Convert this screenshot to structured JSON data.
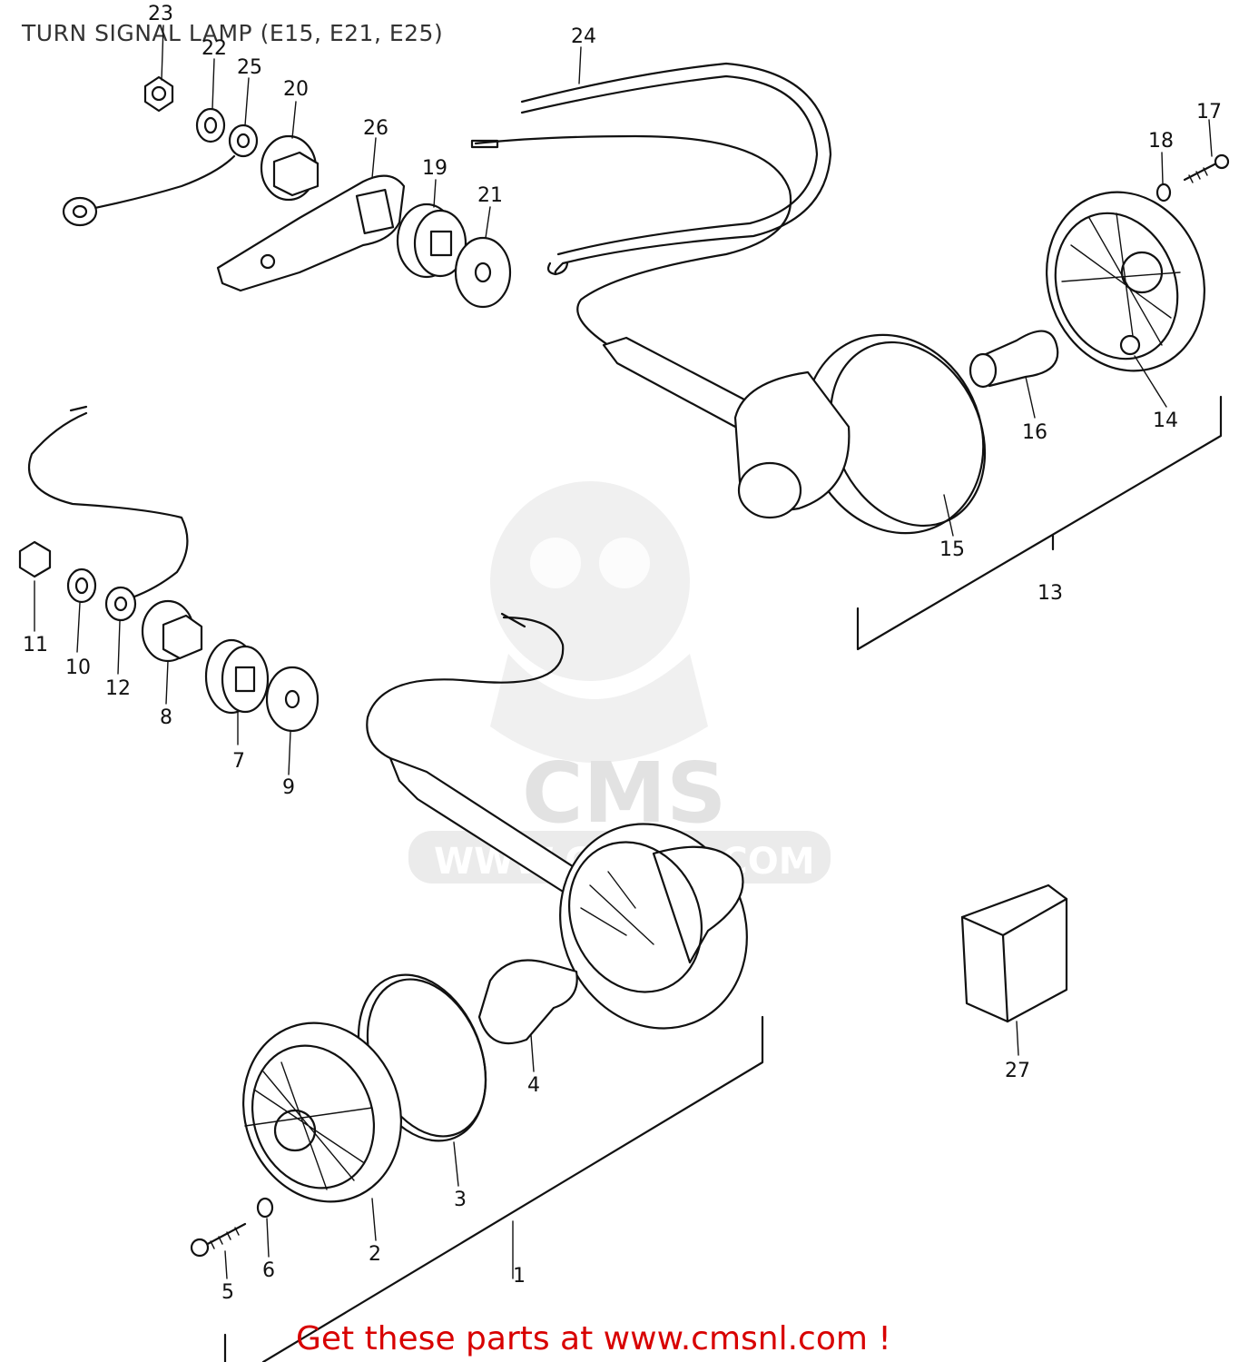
{
  "title": "TURN SIGNAL LAMP (E15, E21, E25)",
  "footer_cta": "Get these parts at www.cmsnl.com !",
  "watermark": {
    "logo_text": "CMS",
    "url_text": "WWW.CMSNL.COM"
  },
  "part_labels": {
    "p1": "1",
    "p2": "2",
    "p3": "3",
    "p4": "4",
    "p5": "5",
    "p6": "6",
    "p7": "7",
    "p8": "8",
    "p9": "9",
    "p10": "10",
    "p11": "11",
    "p12": "12",
    "p13": "13",
    "p14": "14",
    "p15": "15",
    "p16": "16",
    "p17": "17",
    "p18": "18",
    "p19": "19",
    "p20": "20",
    "p21": "21",
    "p22": "22",
    "p23": "23",
    "p24": "24",
    "p25": "25",
    "p26": "26",
    "p27": "27"
  },
  "colors": {
    "line": "#111111",
    "cta": "#d80000",
    "title": "#333333",
    "watermark": "#e4e4e4"
  }
}
